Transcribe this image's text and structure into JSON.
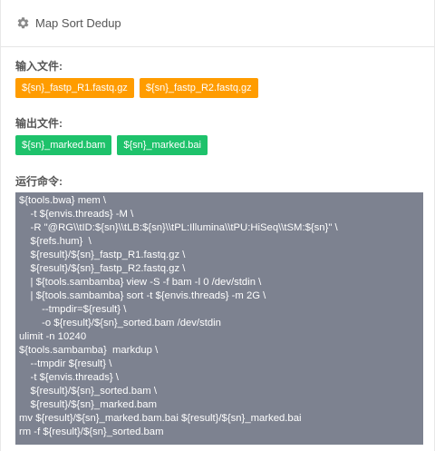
{
  "header": {
    "icon": "gear-icon",
    "title": "Map Sort Dedup"
  },
  "input_section": {
    "label": "输入文件:",
    "files": [
      "${sn}_fastp_R1.fastq.gz",
      "${sn}_fastp_R2.fastq.gz"
    ],
    "tag_color": "#ff9c00"
  },
  "output_section": {
    "label": "输出文件:",
    "files": [
      "${sn}_marked.bam",
      "${sn}_marked.bai"
    ],
    "tag_color": "#1ec26b"
  },
  "command_section": {
    "label": "运行命令:",
    "background": "#7d8290",
    "lines": [
      "${tools.bwa} mem \\",
      "    -t ${envis.threads} -M \\",
      "    -R \"@RG\\\\tID:${sn}\\\\tLB:${sn}\\\\tPL:Illumina\\\\tPU:HiSeq\\\\tSM:${sn}\" \\",
      "    ${refs.hum}  \\",
      "    ${result}/${sn}_fastp_R1.fastq.gz \\",
      "    ${result}/${sn}_fastp_R2.fastq.gz \\",
      "    | ${tools.sambamba} view -S -f bam -l 0 /dev/stdin \\",
      "    | ${tools.sambamba} sort -t ${envis.threads} -m 2G \\",
      "        --tmpdir=${result} \\",
      "        -o ${result}/${sn}_sorted.bam /dev/stdin",
      "ulimit -n 10240",
      "${tools.sambamba}  markdup \\",
      "    --tmpdir ${result} \\",
      "    -t ${envis.threads} \\",
      "    ${result}/${sn}_sorted.bam \\",
      "    ${result}/${sn}_marked.bam",
      "mv ${result}/${sn}_marked.bam.bai ${result}/${sn}_marked.bai",
      "rm -f ${result}/${sn}_sorted.bam"
    ]
  }
}
